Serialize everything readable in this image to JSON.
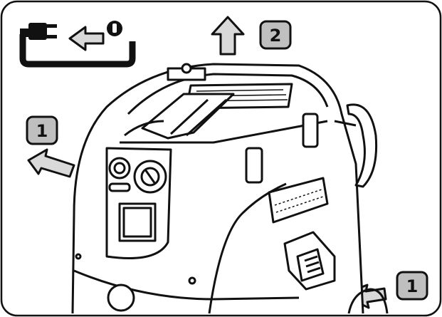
{
  "steps": [
    {
      "label": "1"
    },
    {
      "label": "2"
    },
    {
      "label": "1"
    }
  ],
  "icons": {
    "unplug": "unplug-power-icon",
    "arrow_up": "arrow-up-icon",
    "arrow_left": "arrow-left-icon",
    "arrow_right": "arrow-right-icon"
  },
  "colors": {
    "line": "#111111",
    "panel_fill": "#ffffff",
    "badge_fill": "#bfbfbf",
    "arrow_fill": "#d9d9d9"
  }
}
